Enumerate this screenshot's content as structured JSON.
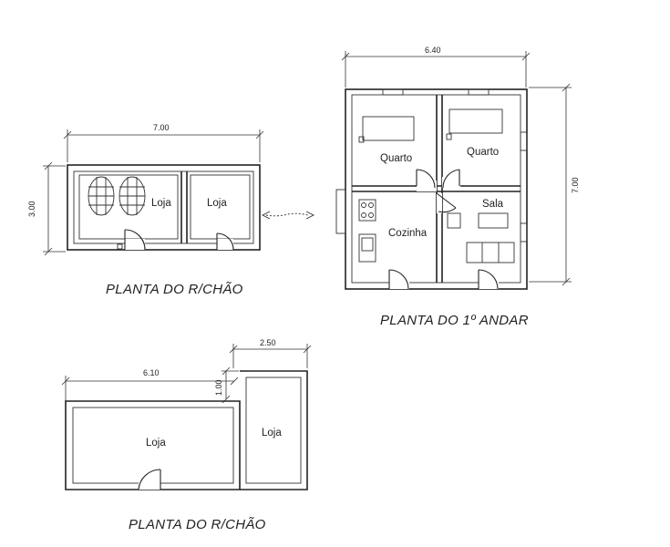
{
  "plans": {
    "rc_top": {
      "title": "PLANTA DO R/CHÃO",
      "width_dim": "7.00",
      "height_dim": "3.00",
      "rooms": [
        "Loja",
        "Loja"
      ]
    },
    "first_floor": {
      "title": "PLANTA DO 1º ANDAR",
      "width_dim": "6.40",
      "height_dim": "7.00",
      "rooms": [
        "Quarto",
        "Quarto",
        "Cozinha",
        "Sala"
      ]
    },
    "rc_bottom": {
      "title": "PLANTA DO R/CHÃO",
      "width_dim": "6.10",
      "small_dim": "1.00",
      "side_dim": "2.50",
      "rooms": [
        "Loja",
        "Loja"
      ]
    }
  }
}
